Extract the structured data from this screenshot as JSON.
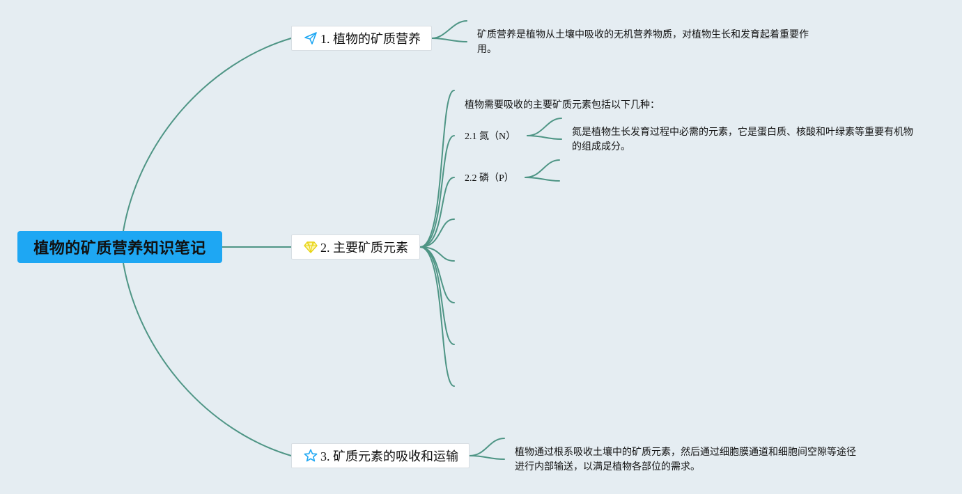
{
  "root": {
    "title": "植物的矿质营养知识笔记"
  },
  "branches": [
    {
      "label": "1. 植物的矿质营养",
      "icon": "paper-plane-icon",
      "notes": [
        "矿质营养是植物从土壤中吸收的无机营养物质，对植物生长和发育起着重要作用。"
      ]
    },
    {
      "label": "2. 主要矿质元素",
      "icon": "diamond-icon",
      "intro": "植物需要吸收的主要矿质元素包括以下几种：",
      "items": [
        {
          "label": "2.1 氮（N）",
          "note": "氮是植物生长发育过程中必需的元素，它是蛋白质、核酸和叶绿素等重要有机物的组成成分。"
        },
        {
          "label": "2.2 磷（P）",
          "note": ""
        }
      ]
    },
    {
      "label": "3. 矿质元素的吸收和运输",
      "icon": "star-icon",
      "notes": [
        "植物通过根系吸收土壤中的矿质元素，然后通过细胞膜通道和细胞间空隙等途径进行内部输送，以满足植物各部位的需求。"
      ]
    }
  ],
  "colors": {
    "background": "#e5edf2",
    "root_fill": "#1ea7f3",
    "connector": "#4e9585",
    "plane_icon": "#1ea7f3",
    "diamond_icon": "#f5e61a",
    "star_icon": "#1ea7f3"
  }
}
